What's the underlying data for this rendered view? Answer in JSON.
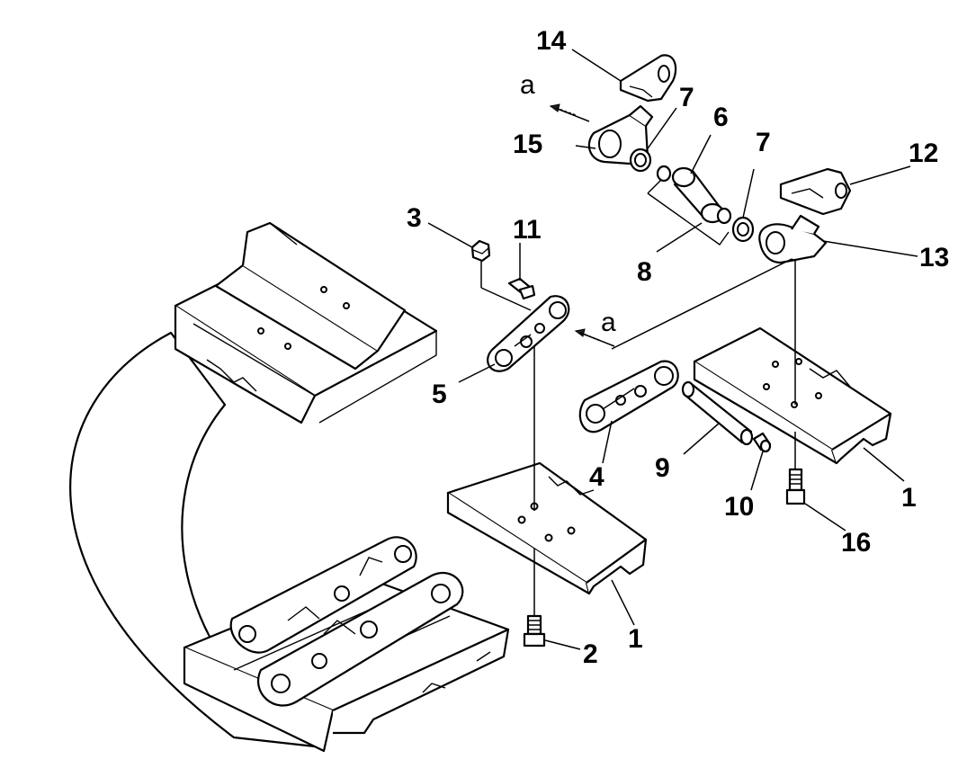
{
  "callouts": {
    "c1a": "1",
    "c1b": "1",
    "c2": "2",
    "c3": "3",
    "c4": "4",
    "c5": "5",
    "c6": "6",
    "c7a": "7",
    "c7b": "7",
    "c8": "8",
    "c9": "9",
    "c10": "10",
    "c11": "11",
    "c12": "12",
    "c13": "13",
    "c14": "14",
    "c15": "15",
    "c16": "16"
  },
  "markers": {
    "arrow_a_top": "a",
    "arrow_a_mid": "a"
  }
}
